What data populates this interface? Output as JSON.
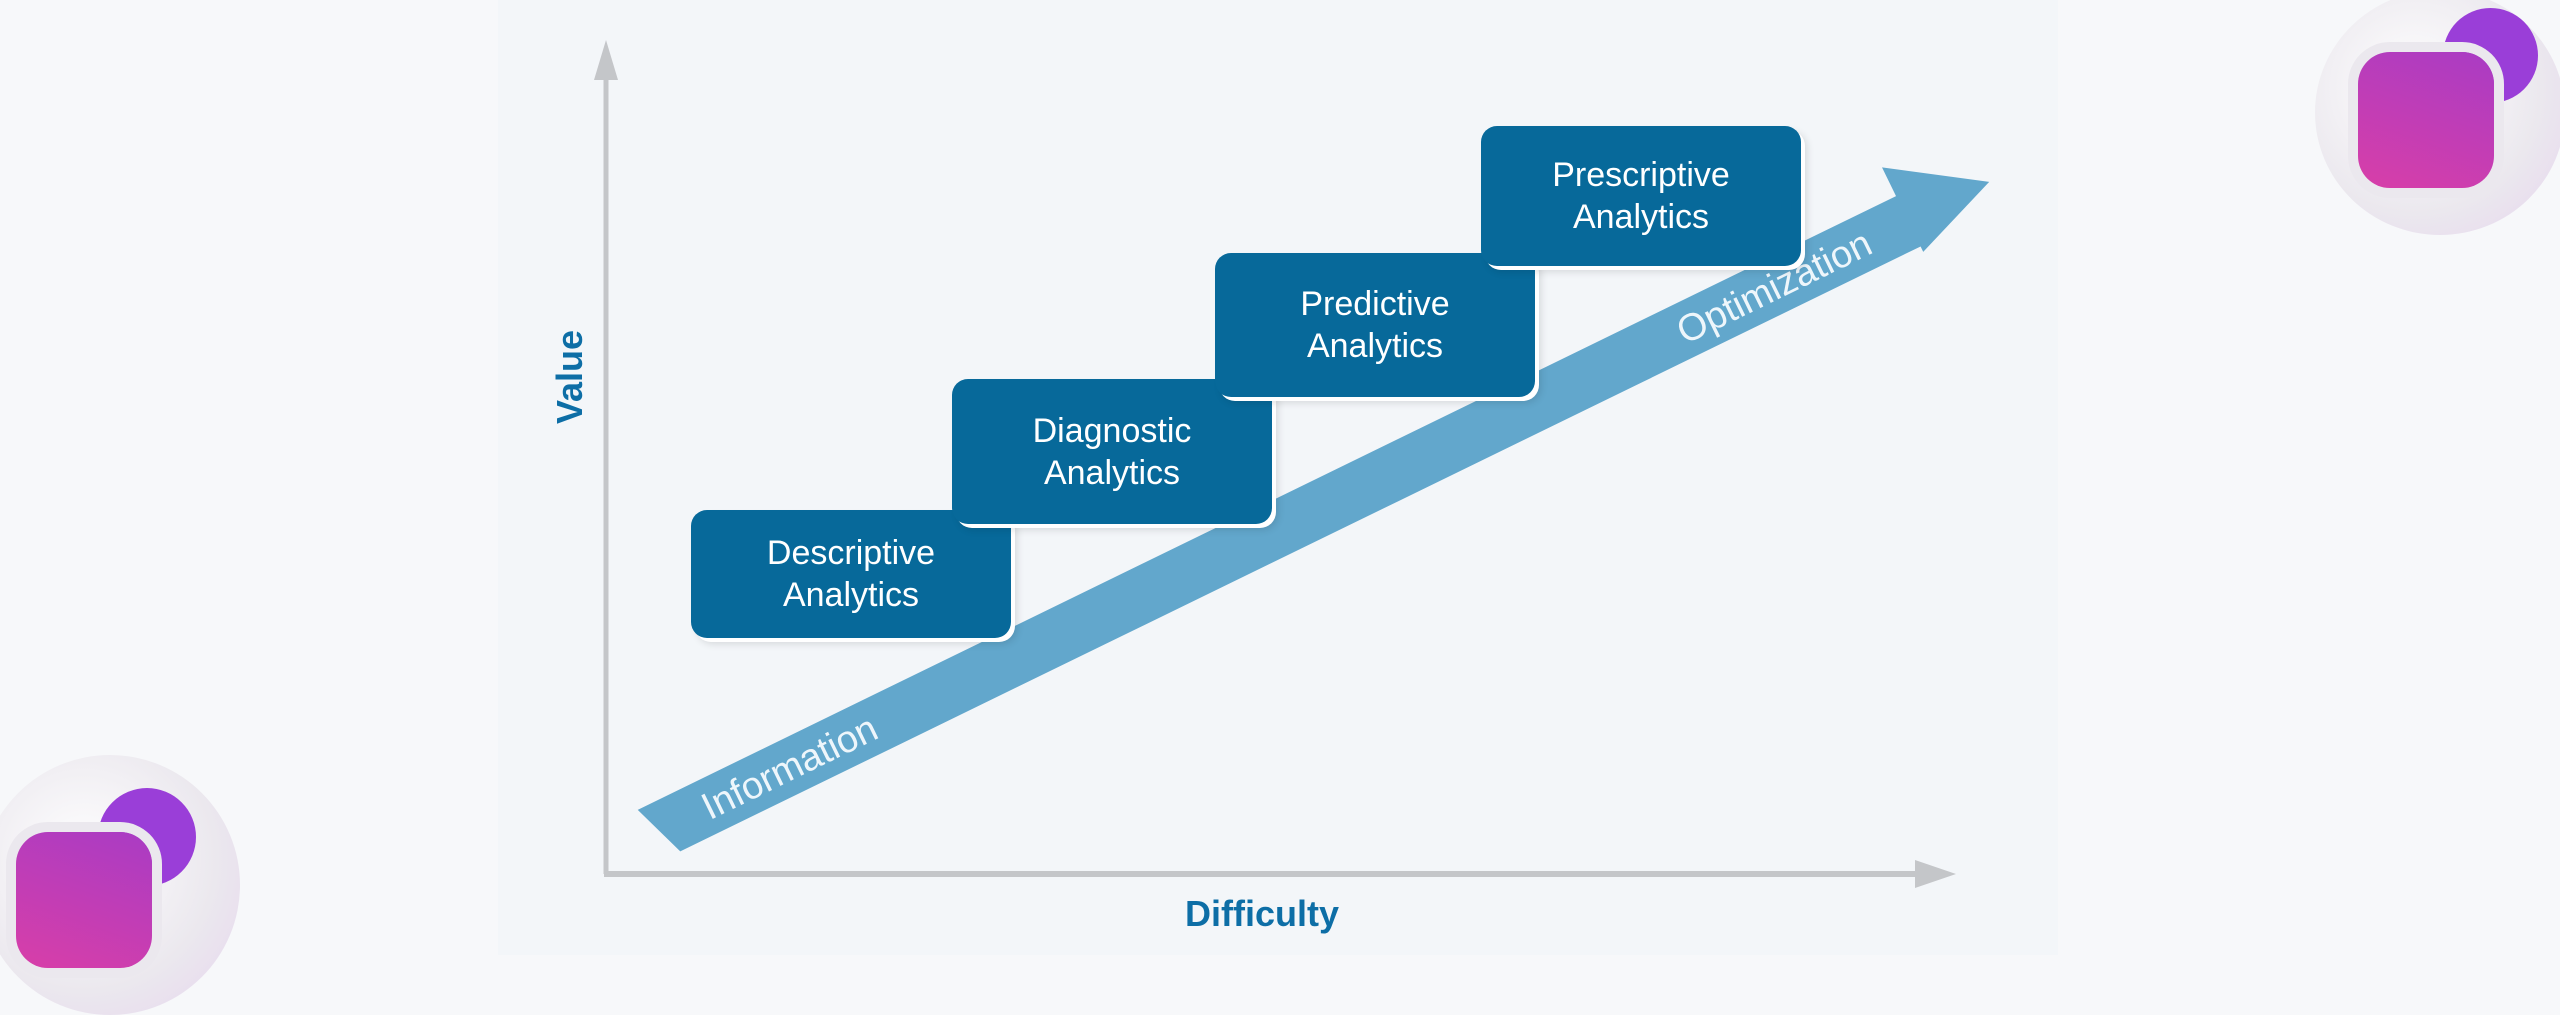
{
  "diagram": {
    "x_axis_label": "Difficulty",
    "y_axis_label": "Value",
    "arrow_labels": {
      "start": "Information",
      "end": "Optimization"
    },
    "steps": [
      {
        "line1": "Descriptive",
        "line2": "Analytics"
      },
      {
        "line1": "Diagnostic",
        "line2": "Analytics"
      },
      {
        "line1": "Predictive",
        "line2": "Analytics"
      },
      {
        "line1": "Prescriptive",
        "line2": "Analytics"
      }
    ]
  },
  "colors": {
    "box": "#07699a",
    "arrow": "#62a7cc",
    "axis_label": "#0d6ea6",
    "logo_pink": "#d83ea8",
    "logo_purple": "#9a3ed8"
  },
  "icons": {
    "top_right": "app-logo-icon",
    "bottom_left": "app-logo-icon"
  }
}
